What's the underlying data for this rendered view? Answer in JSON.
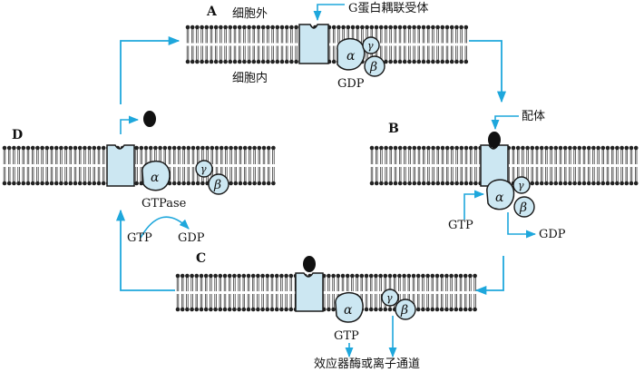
{
  "colors": {
    "protein_fill": "#cce7f2",
    "outline": "#1a1a1a",
    "arrow": "#1ea7dc",
    "lipid": "#222222",
    "ligand": "#111111"
  },
  "panels": {
    "A": {
      "letter": "A",
      "outside_label": "细胞外",
      "inside_label": "细胞内",
      "receptor_label": "G蛋白耦联受体",
      "alpha": "α",
      "beta": "β",
      "gamma": "γ",
      "gdp": "GDP"
    },
    "B": {
      "letter": "B",
      "ligand_label": "配体",
      "alpha": "α",
      "beta": "β",
      "gamma": "γ",
      "gtp": "GTP",
      "gdp": "GDP"
    },
    "C": {
      "letter": "C",
      "alpha": "α",
      "beta": "β",
      "gamma": "γ",
      "gtp": "GTP",
      "effector_label": "效应器酶或离子通道"
    },
    "D": {
      "letter": "D",
      "alpha": "α",
      "beta": "β",
      "gamma": "γ",
      "gtpase": "GTPase",
      "gtp": "GTP",
      "gdp": "GDP"
    }
  }
}
